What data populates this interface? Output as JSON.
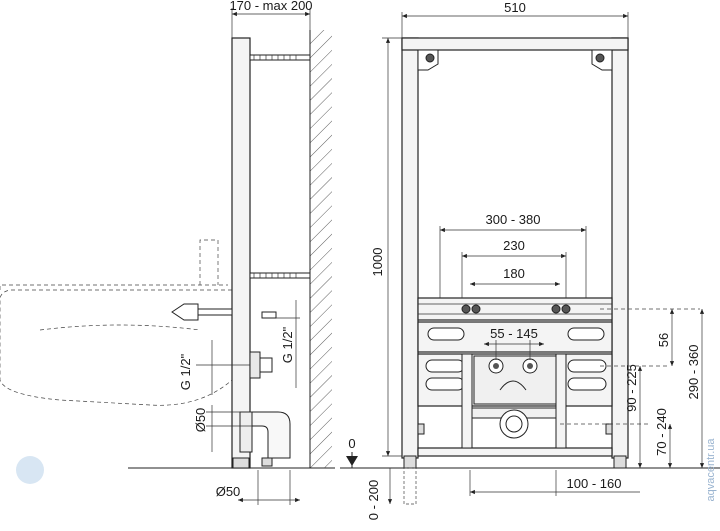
{
  "dimensions": {
    "depth": "170 - max 200",
    "width": "510",
    "height": "1000",
    "bracket_range": "300 - 380",
    "bracket_mid": "230",
    "bracket_inner": "180",
    "water_spacing": "55 - 145",
    "thread_upper": "G 1/2\"",
    "thread_lower": "G 1/2\"",
    "drain_diameter_vertical": "Ø50",
    "drain_diameter_bottom": "Ø50",
    "zero_mark": "0",
    "foot_adjust": "0 - 200",
    "floor_offset": "100 - 160",
    "dim_56": "56",
    "dim_90_225": "90 - 225",
    "dim_70_240": "70 - 240",
    "dim_290_360": "290 - 360"
  },
  "watermark": "aqvacentr.ua"
}
